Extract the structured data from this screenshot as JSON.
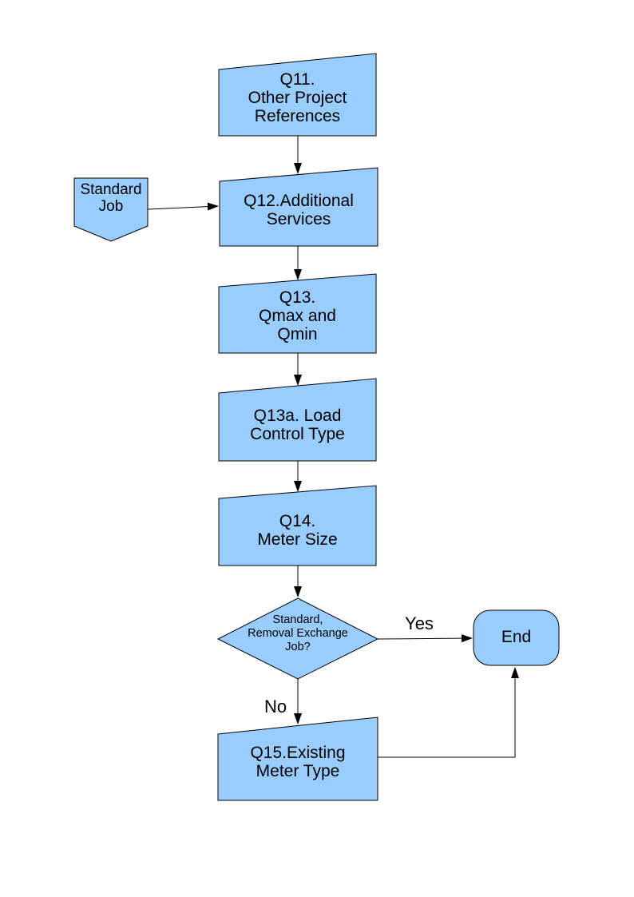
{
  "diagram": {
    "type": "flowchart",
    "background": "#FFFFFF",
    "node_fill": "#99CCFF",
    "node_border": "#000000",
    "text_color": "#000000",
    "nodes": [
      {
        "id": "q11",
        "shape": "slanted-rectangle",
        "label": "Q11.\nOther Project\nReferences"
      },
      {
        "id": "standard-job",
        "shape": "pentagon-down",
        "label": "Standard\nJob"
      },
      {
        "id": "q12",
        "shape": "slanted-rectangle",
        "label": "Q12.Additional\nServices"
      },
      {
        "id": "q13",
        "shape": "slanted-rectangle",
        "label": "Q13.\nQmax and\nQmin"
      },
      {
        "id": "q13a",
        "shape": "slanted-rectangle",
        "label": "Q13a. Load\nControl Type"
      },
      {
        "id": "q14",
        "shape": "slanted-rectangle",
        "label": "Q14.\nMeter Size"
      },
      {
        "id": "decision",
        "shape": "diamond",
        "label": "Standard,\nRemoval Exchange\nJob?"
      },
      {
        "id": "end",
        "shape": "terminator",
        "label": "End"
      },
      {
        "id": "q15",
        "shape": "slanted-rectangle",
        "label": "Q15.Existing\nMeter Type"
      }
    ],
    "edges": [
      {
        "from": "q11",
        "to": "q12",
        "label": ""
      },
      {
        "from": "standard-job",
        "to": "q12",
        "label": ""
      },
      {
        "from": "q12",
        "to": "q13",
        "label": ""
      },
      {
        "from": "q13",
        "to": "q13a",
        "label": ""
      },
      {
        "from": "q13a",
        "to": "q14",
        "label": ""
      },
      {
        "from": "q14",
        "to": "decision",
        "label": ""
      },
      {
        "from": "decision",
        "to": "end",
        "label": "Yes"
      },
      {
        "from": "decision",
        "to": "q15",
        "label": "No"
      },
      {
        "from": "q15",
        "to": "end",
        "label": ""
      }
    ]
  }
}
